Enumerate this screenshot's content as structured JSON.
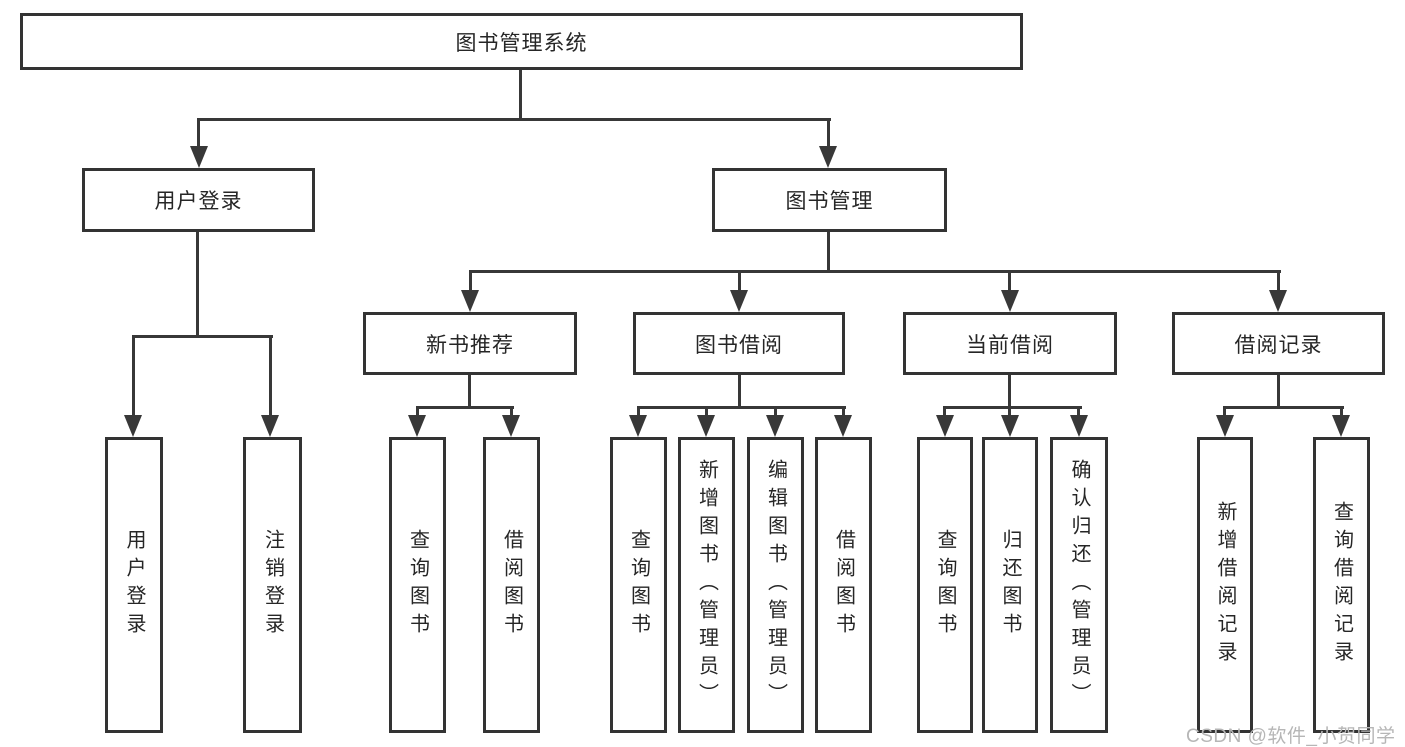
{
  "tree": {
    "root": {
      "label": "图书管理系统"
    },
    "branches": [
      {
        "label": "用户登录",
        "children": [
          {
            "label": "用户登录"
          },
          {
            "label": "注销登录"
          }
        ]
      },
      {
        "label": "图书管理",
        "children": [
          {
            "label": "新书推荐",
            "children": [
              {
                "label": "查询图书"
              },
              {
                "label": "借阅图书"
              }
            ]
          },
          {
            "label": "图书借阅",
            "children": [
              {
                "label": "查询图书"
              },
              {
                "label": "新增图书（管理员）"
              },
              {
                "label": "编辑图书（管理员）"
              },
              {
                "label": "借阅图书"
              }
            ]
          },
          {
            "label": "当前借阅",
            "children": [
              {
                "label": "查询图书"
              },
              {
                "label": "归还图书"
              },
              {
                "label": "确认归还（管理员）"
              }
            ]
          },
          {
            "label": "借阅记录",
            "children": [
              {
                "label": "新增借阅记录"
              },
              {
                "label": "查询借阅记录"
              }
            ]
          }
        ]
      }
    ]
  },
  "watermark": "CSDN @软件_小贺同学",
  "colors": {
    "line": "#383838",
    "box_border": "#333333",
    "box_bg": "#ffffff",
    "text": "#262626",
    "watermark": "#b6b6b6",
    "background": "#ffffff"
  }
}
